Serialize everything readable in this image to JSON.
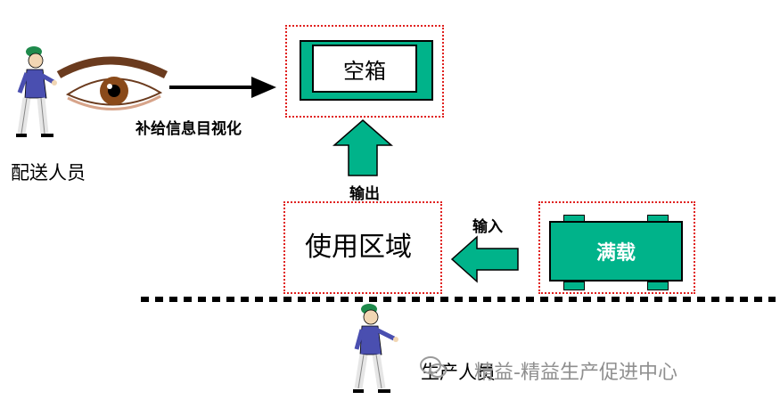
{
  "diagram": {
    "empty_box_label": "空箱",
    "usage_area_label": "使用区域",
    "full_load_label": "满载",
    "visual_replenish_label": "补给信息目视化",
    "output_label": "输出",
    "input_label": "输入",
    "delivery_person_label": "配送人员",
    "production_person_label": "生产人员"
  },
  "watermark": {
    "text": "精益-精益生产促进中心"
  },
  "colors": {
    "green": "#00b38a",
    "dotted_red": "#e0201e"
  }
}
